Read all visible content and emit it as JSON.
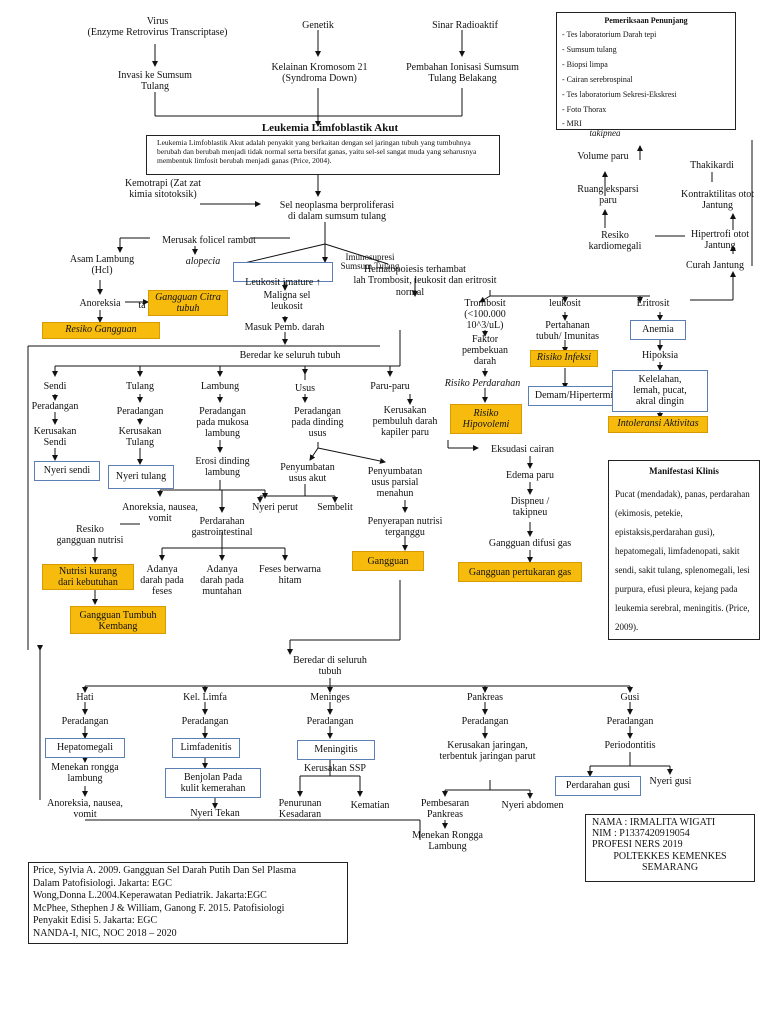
{
  "top": {
    "virus": "Virus\n(Enzyme Retrovirus Transcriptase)",
    "genetik": "Genetik",
    "sinar": "Sinar Radioaktif",
    "invasi": "Invasi ke Sumsum\nTulang",
    "kromosom": "Kelainan Kromosom 21\n(Syndroma Down)",
    "ionisasi": "Pembahan Ionisasi Sumsum\nTulang Belakang"
  },
  "pemeriksaan": {
    "title": "Pemeriksaan Penunjang",
    "items": [
      "- Tes laboratorium Darah tepi",
      "- Sumsum tulang",
      "- Biopsi limpa",
      "- Cairan serebrospinal",
      "- Tes laboratorium Sekresi-Ekskresi",
      "- Foto Thorax",
      "- MRI"
    ]
  },
  "definisi": {
    "title": "Leukemia Limfoblastik Akut",
    "text": "Leukemia Limfoblastik Akut adalah penyakit yang berkaitan dengan sel jaringan tubuh yang tumbuhnya berubah dan berubah menjadi tidak normal serta bersifat ganas, yaitu sel-sel sangat muda yang seharusnya membentuk limfosit berubah menjadi ganas (Price, 2004)."
  },
  "right_top": {
    "takipnea": "takipnea",
    "volume_paru": "Volume paru",
    "ruang": "Ruang eksparsi\nparu",
    "resiko_kard": "Resiko\nkardiomegali",
    "takikardi": "Thakikardi",
    "kontraktilitas": "Kontraktilitas otot\nJantung",
    "hipertrofi": "Hipertrofi otot\nJantung",
    "curah": "Curah Jantung"
  },
  "middle": {
    "kemoterapi": "Kemotrapi (Zat zat\nkimia sitotoksik)",
    "sel_neoplasma": "Sel neoplasma berproliferasi\ndi dalam sumsum tulang",
    "merusak": "Merusak folicel rambut",
    "alopecia": "alopecia",
    "asam": "Asam Lambung\n(Hcl)",
    "anoreksia1": "Anoreksia",
    "ta": "ta",
    "citra": "Gangguan Citra\ntubuh",
    "resiko_gangguan": "Resiko Gangguan",
    "leukosit_imature": "Leukosit imature",
    "imunosupresi": "Imunosupresi Sumsum Tulang",
    "maligna": "Maligna sel\nleukosit",
    "masuk": "Masuk Pemb. darah",
    "hemato": "Hematopoiesis terhambat",
    "hemato2": "lah Trombosit, leukosit dan eritrosit",
    "normal": "normal",
    "trombosit": "Trombosit\n(<100.000\n10^3/uL)",
    "faktor": "Faktor\npembekuan\ndarah",
    "resiko_perdarahan": "Risiko Perdarahan",
    "hipovolemi": "Risiko\nHipovolemi",
    "leukosit": "leukosit",
    "pertahanan": "Pertahanan\ntubuh/ Imunitas",
    "infeksi": "Risiko Infeksi",
    "demam": "Demam/Hipertermi",
    "eritrosit": "Eritrosit",
    "anemia": "Anemia",
    "hipoksia": "Hipoksia",
    "kelelahan": "Kelelahan,\nlemah, pucat,\nakral dingin",
    "intoleransi": "Intoleransi Aktivitas",
    "beredar1": "Beredar ke seluruh tubuh"
  },
  "organ": {
    "sendi": "Sendi",
    "tulang": "Tulang",
    "lambung": "Lambung",
    "usus": "Usus",
    "paru": "Paru-paru",
    "sendi_rad": "Peradangan",
    "kerusakan_sendi": "Kerusakan\nSendi",
    "nyeri_sendi": "Nyeri sendi",
    "tulang_rad": "Peradangan",
    "kerusakan_tulang": "Kerusakan\nTulang",
    "nyeri_tulang": "Nyeri tulang",
    "lambung_rad": "Peradangan\npada mukosa\nlambung",
    "erosi": "Erosi dinding\nlambung",
    "usus_rad": "Peradangan\npada dinding\nusus",
    "penyumbatan_akut": "Penyumbatan\nusus akut",
    "penyumbatan_parsial": "Penyumbatan\nusus parsial\nmenahun",
    "kerusakan_paru": "Kerusakan\npembuluh darah\nkapiler paru",
    "eksudasi": "Eksudasi cairan",
    "edema": "Edema paru",
    "dispneu": "Dispneu /\ntakipneu",
    "difusi": "Gangguan difusi gas",
    "pertukaran": "Gangguan pertukaran gas",
    "anoreksia2": "Anoreksia, nausea,\nvomit",
    "nyeri_perut": "Nyeri perut",
    "sembelit": "Sembelit",
    "penyerapan": "Penyerapan nutrisi\nterganggu",
    "gangguan": "Gangguan",
    "resiko_nutrisi": "Resiko\ngangguan nutrisi",
    "perdarahan_gi": "Perdarahan\ngastrointestinal",
    "nutrisi_kurang": "Nutrisi kurang\ndari kebutuhan",
    "adanya_feses": "Adanya\ndarah pada\nfeses",
    "adanya_muntah": "Adanya\ndarah pada\nmuntahan",
    "feses_hitam": "Feses berwarna\nhitam",
    "tumbuh": "Gangguan Tumbuh\nKembang"
  },
  "manifestasi": {
    "title": "Manifestasi Klinis",
    "text": "Pucat (mendadak), panas, perdarahan (ekimosis, petekie, epistaksis,perdarahan gusi), hepatomegali, limfadenopati, sakit sendi, sakit tulang, splenomegali, lesi purpura, efusi pleura, kejang pada leukemia serebral, meningitis. (Price, 2009)."
  },
  "bottom": {
    "beredar2": "Beredar di seluruh\ntubuh",
    "hati": "Hati",
    "limfa": "Kel. Limfa",
    "meninges": "Meninges",
    "pankreas": "Pankreas",
    "gusi": "Gusi",
    "hati_rad": "Peradangan",
    "limfa_rad": "Peradangan",
    "men_rad": "Peradangan",
    "pank_rad": "Peradangan",
    "gusi_rad": "Peradangan",
    "hepatomegali": "Hepatomegali",
    "menekan1": "Menekan rongga\nlambung",
    "anoreksia3": "Anoreksia, nausea,\nvomit",
    "limfadenitis": "Limfadenitis",
    "benjolan": "Benjolan Pada\nkulit kemerahan",
    "nyeri_tekan": "Nyeri Tekan",
    "meningitis": "Meningitis",
    "kerusakan_ssp": "Kerusakan SSP",
    "penurunan": "Penurunan\nKesadaran",
    "kematian": "Kematian",
    "kerusakan_jar": "Kerusakan jaringan,\nterbentuk jaringan parut",
    "pembesaran": "Pembesaran\nPankreas",
    "nyeri_abdomen": "Nyeri abdomen",
    "menekan2": "Menekan Rongga\nLambung",
    "periodontitis": "Periodontitis",
    "perdarahan_gusi": "Perdarahan gusi",
    "nyeri_gusi": "Nyeri gusi"
  },
  "author": {
    "nama": "NAMA : IRMALITA WIGATI",
    "nim": "NIM     : P1337420919054",
    "profesi": "PROFESI NERS 2019",
    "poltekkes": "POLTEKKES KEMENKES\nSEMARANG"
  },
  "references": "Price, Sylvia A. 2009. Gangguan Sel Darah Putih Dan Sel Plasma\nDalam Patofisiologi. Jakarta: EGC\nWong,Donna L.2004.Keperawatan Pediatrik. Jakarta:EGC\nMcPhee, Sthephen J & William, Ganong F. 2015. Patofisiologi\nPenyakit Edisi 5. Jakarta: EGC\nNANDA-I, NIC, NOC 2018 – 2020",
  "colors": {
    "diagnosis": "#f7bb0e",
    "box_border": "#5b7fb5"
  }
}
